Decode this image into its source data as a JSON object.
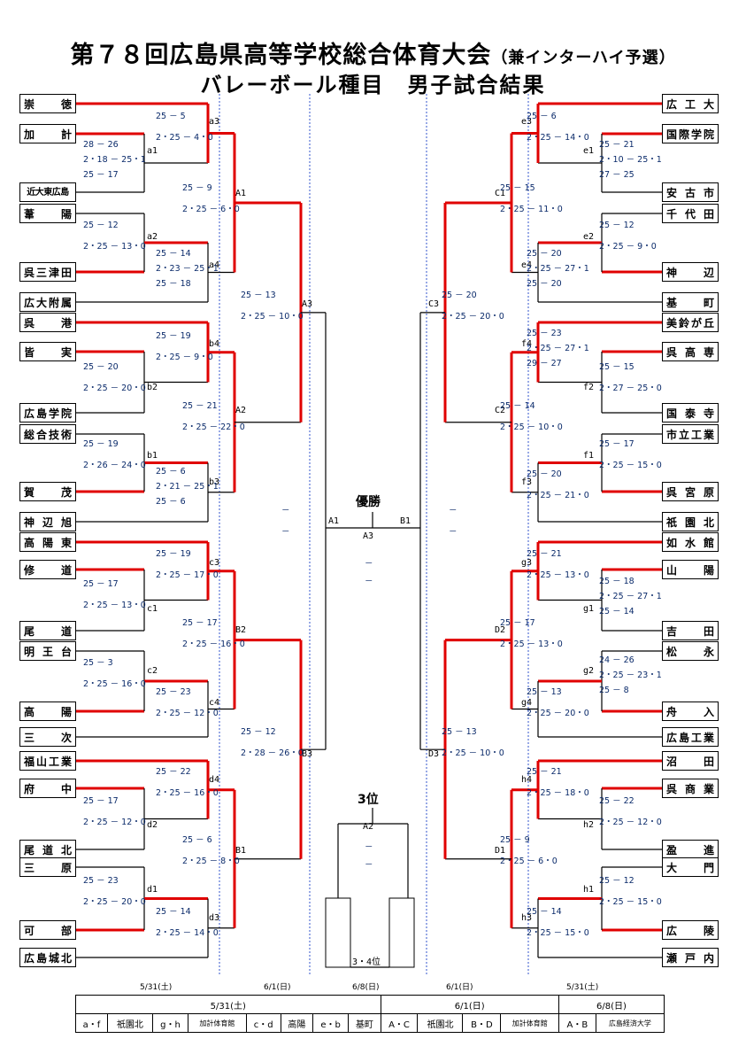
{
  "title": {
    "main": "第７８回広島県高等学校総合体育大会",
    "sub": "（兼インターハイ予選）",
    "line2": "バレーボール種目　男子試合結果"
  },
  "left_teams": [
    "崇　徳",
    "加　計",
    "近大東広島",
    "葦　陽",
    "呉三津田",
    "広大附属",
    "呉　港",
    "皆　実",
    "広島学院",
    "総合技術",
    "賀　茂",
    "神辺旭",
    "高陽東",
    "修　道",
    "尾　道",
    "明王台",
    "高　陽",
    "三　次",
    "福山工業",
    "府　中",
    "尾道北",
    "三　原",
    "可　部",
    "広島城北"
  ],
  "right_teams": [
    "広工大",
    "国際学院",
    "安古市",
    "千代田",
    "神　辺",
    "基　町",
    "美鈴が丘",
    "呉高専",
    "国泰寺",
    "市立工業",
    "呉宮原",
    "祇園北",
    "如水館",
    "山　陽",
    "吉　田",
    "松　永",
    "舟　入",
    "広島工業",
    "沼　田",
    "呉商業",
    "盈　進",
    "大　門",
    "広　陵",
    "瀬戸内"
  ],
  "match_labels": {
    "left": [
      "a3",
      "a1",
      "a2",
      "a4",
      "A1",
      "A3",
      "b4",
      "b2",
      "b1",
      "b3",
      "A2",
      "c3",
      "c1",
      "c2",
      "c4",
      "B2",
      "d4",
      "d2",
      "d1",
      "d3",
      "B1",
      "B3"
    ],
    "right": [
      "e3",
      "e1",
      "e2",
      "e4",
      "C1",
      "C3",
      "f4",
      "f2",
      "f1",
      "f3",
      "C2",
      "g3",
      "g1",
      "g2",
      "g4",
      "D2",
      "h4",
      "h2",
      "h1",
      "h3",
      "D1",
      "D3"
    ],
    "center": [
      "A1",
      "B1",
      "A3",
      "A2"
    ]
  },
  "scores_left": [
    "25 － 5\n2・25 － 4・0",
    "28 － 26\n2・18 － 25・1\n25 － 17",
    "25 － 9\n2・25 － 6・0",
    "25 － 12\n2・25 － 13・0",
    "25 － 14\n2・23 － 25・1\n25 － 18",
    "25 － 13\n2・25 － 10・0",
    "25 － 19\n2・25 － 9・0",
    "25 － 20\n2・25 － 20・0",
    "25 － 21\n2・25 － 22・0",
    "25 － 19\n2・26 － 24・0",
    "25 － 6\n2・21 － 25・1\n25 － 6",
    "25 － 19\n2・25 － 17・0",
    "25 － 17\n2・25 － 13・0",
    "25 － 17\n2・25 － 16・0",
    "25 － 3\n2・25 － 16・0",
    "25 － 23\n2・25 － 12・0",
    "25 － 12\n2・28 － 26・0",
    "25 － 22\n2・25 － 16・0",
    "25 － 17\n2・25 － 12・0",
    "25 － 6\n2・25 － 8・0",
    "25 － 23\n2・25 － 20・0",
    "25 － 14\n2・25 － 14・0"
  ],
  "scores_right": [
    "25 － 6\n2・25 － 14・0",
    "25 － 21\n2・10 － 25・1\n27 － 25",
    "25 － 15\n2・25 － 11・0",
    "25 － 12\n2・25 － 9・0",
    "25 － 20\n2・25 － 27・1\n25 － 20",
    "25 － 20\n2・25 － 20・0",
    "25 － 23\n2・25 － 27・1\n29 － 27",
    "25 － 15\n2・27 － 25・0",
    "25 － 14\n2・25 － 10・0",
    "25 － 17\n2・25 － 15・0",
    "25 － 20\n2・25 － 21・0",
    "25 － 21\n2・25 － 13・0",
    "25 － 18\n2・25 － 27・1\n25 － 14",
    "25 － 17\n2・25 － 13・0",
    "24 － 26\n2・25 － 23・1\n25 － 8",
    "25 － 13\n2・25 － 20・0",
    "25 － 13\n2・25 － 10・0",
    "25 － 21\n2・25 － 18・0",
    "25 － 22\n2・25 － 12・0",
    "25 － 9\n2・25 － 6・0",
    "25 － 12\n2・25 － 15・0",
    "25 － 14\n2・25 － 15・0"
  ],
  "center": {
    "champion": "優勝",
    "third": "3位",
    "third_match": "3・4位",
    "dash": "－"
  },
  "dates": [
    "5/31(土)",
    "6/1(日)",
    "6/8(日)",
    "6/1(日)",
    "5/31(土)"
  ],
  "venues": {
    "headers": [
      "5/31(土)",
      "6/1(日)",
      "6/8(日)"
    ],
    "cells": [
      "a・f",
      "祇園北",
      "g・h",
      "加計体育館",
      "c・d",
      "高陽",
      "e・b",
      "基町",
      "A・C",
      "祇園北",
      "B・D",
      "加計体育館",
      "A・B",
      "広島経済大学"
    ]
  },
  "colors": {
    "winner_line": "#e00000",
    "loser_line": "#000000",
    "score_text": "#0a2a6a",
    "divider": "#3355cc"
  }
}
